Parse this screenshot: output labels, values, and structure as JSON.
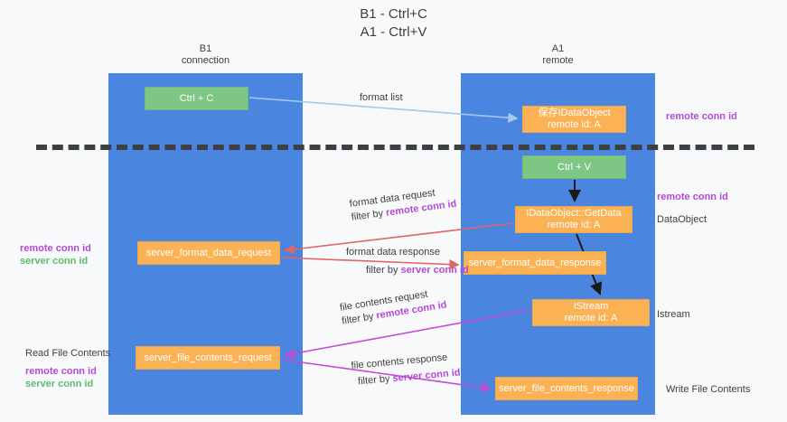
{
  "title": {
    "line1": "B1 - Ctrl+C",
    "line2": "A1 - Ctrl+V"
  },
  "columns": [
    {
      "id": "b1",
      "name": "B1",
      "role": "connection"
    },
    {
      "id": "a1",
      "name": "A1",
      "role": "remote"
    }
  ],
  "nodes": [
    {
      "id": "ctrl-c",
      "label": "Ctrl + C",
      "sub": "",
      "color": "#7dc684",
      "column": "b1"
    },
    {
      "id": "dataobject-save",
      "label": "保存IDataObject",
      "sub": "remote id: A",
      "color": "#fbb254",
      "column": "a1"
    },
    {
      "id": "ctrl-v",
      "label": "Ctrl + V",
      "sub": "",
      "color": "#7dc684",
      "column": "a1"
    },
    {
      "id": "getdata",
      "label": "IDataObject::GetData",
      "sub": "remote id: A",
      "color": "#fbb254",
      "column": "a1"
    },
    {
      "id": "server-format-data-request",
      "label": "server_format_data_request",
      "sub": "",
      "color": "#fbb254",
      "column": "b1"
    },
    {
      "id": "server-format-data-response",
      "label": "server_format_data_response",
      "sub": "",
      "color": "#fbb254",
      "column": "a1"
    },
    {
      "id": "istream",
      "label": "IStream",
      "sub": "remote id: A",
      "color": "#fbb254",
      "column": "a1"
    },
    {
      "id": "server-file-contents-request",
      "label": "server_file_contents_request",
      "sub": "",
      "color": "#fbb254",
      "column": "b1"
    },
    {
      "id": "server-file-contents-response",
      "label": "server_file_contents_response",
      "sub": "",
      "color": "#fbb254",
      "column": "a1"
    }
  ],
  "edges": {
    "format_list": {
      "text": "format list",
      "color": "#a5c8ef"
    },
    "format_data_request": {
      "line1": "format data request",
      "filter_prefix": "filter by ",
      "filter_key": "remote conn id",
      "color": "#e06666"
    },
    "format_data_response": {
      "line1": "format data response",
      "filter_prefix": "filter by ",
      "filter_key": "server conn id",
      "color": "#e06666"
    },
    "file_contents_request": {
      "line1": "file contents request",
      "filter_prefix": "filter by ",
      "filter_key": "remote conn id",
      "color": "#c34bd6"
    },
    "file_contents_response": {
      "line1": "file contents response",
      "filter_prefix": "filter by ",
      "filter_key": "server conn id",
      "color": "#c34bd6"
    }
  },
  "annotations": {
    "right": {
      "remote_conn_id_top": "remote conn id",
      "remote_conn_id_mid": "remote conn id",
      "dataobject": "DataObject",
      "istream": "Istream",
      "write_file_contents": "Write File Contents"
    },
    "left": {
      "mid_remote": "remote conn id",
      "mid_server": "server conn id",
      "read_file_contents": "Read File Contents",
      "read_remote": "remote conn id",
      "read_server": "server conn id"
    }
  },
  "colors": {
    "column_blue": "#4a86e0",
    "node_green": "#7dc684",
    "node_orange": "#fbb254",
    "accent_purple": "#b44bd6",
    "accent_green": "#5bbd6a",
    "arrow_red": "#e06666",
    "arrow_magenta": "#c34bd6",
    "arrow_lightblue": "#a5c8ef",
    "arrow_black": "#1a1a1a",
    "background": "#f8f9fa"
  }
}
